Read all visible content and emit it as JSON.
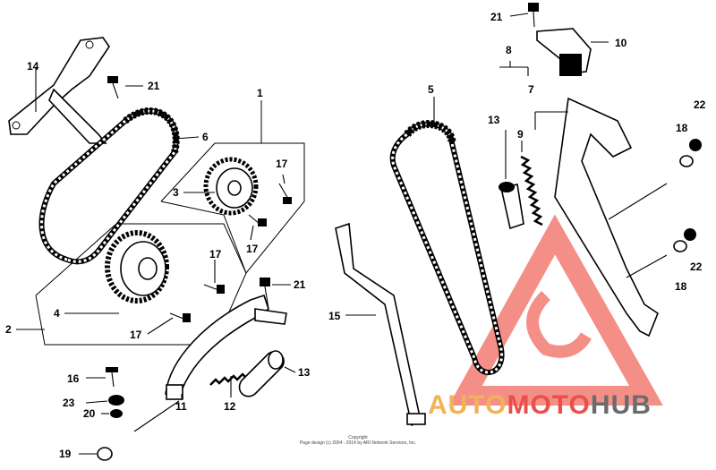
{
  "labels": {
    "p1": "1",
    "p2": "2",
    "p3": "3",
    "p4": "4",
    "p5": "5",
    "p6": "6",
    "p7": "7",
    "p8": "8",
    "p9": "9",
    "p10": "10",
    "p11": "11",
    "p12": "12",
    "p13a": "13",
    "p13b": "13",
    "p14": "14",
    "p15": "15",
    "p16": "16",
    "p17a": "17",
    "p17b": "17",
    "p17c": "17",
    "p17d": "17",
    "p18a": "18",
    "p18b": "18",
    "p19": "19",
    "p20": "20",
    "p21a": "21",
    "p21b": "21",
    "p21c": "21",
    "p22a": "22",
    "p22b": "22",
    "p23": "23"
  },
  "copyright": {
    "line1": "Copyright",
    "line2": "Page design (c) 2004 - 2014 by ARI Network Services, Inc."
  },
  "watermark": {
    "part1": "AUTO",
    "part2": "MOTO",
    "part3": "HUB",
    "color_orange": "#f2b25a",
    "color_red": "#e8504a",
    "color_gray": "#6b6b6b"
  }
}
